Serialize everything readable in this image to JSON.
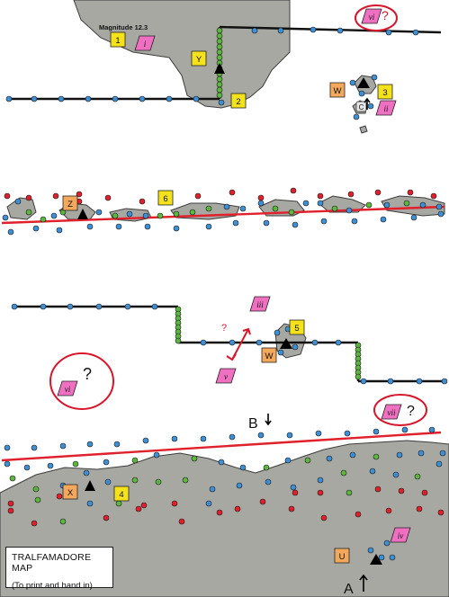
{
  "map": {
    "title": "TRALFAMADORE MAP",
    "subtitle": "(To print and hand in)",
    "magnitude_label": "Magnitude 12.3",
    "colors": {
      "land": "#a8a8a3",
      "land_stroke": "#3c3c3c",
      "fault": "#111111",
      "trench": "#e0202a",
      "dot_blue": "#3d8fd6",
      "dot_green": "#5cb83c",
      "dot_red": "#e0202a",
      "yellow_tag": "#f5e21a",
      "orange_tag": "#f4a85c",
      "pink_tag": "#ef6fc1",
      "annotation_red": "#d9152a"
    },
    "labels": {
      "yellow_tags": [
        "1",
        "Y",
        "2",
        "3",
        "6",
        "5",
        "4"
      ],
      "orange_tags": [
        "W",
        "Z",
        "W",
        "X",
        "U"
      ],
      "pink_tags": [
        "i",
        "ii",
        "iii",
        "v",
        "vi",
        "vii",
        "iv",
        "vi"
      ],
      "small_tags": [
        "C"
      ],
      "question_marks": [
        "?",
        "?",
        "?",
        "?"
      ],
      "plate_arrows": [
        "B",
        "A"
      ]
    }
  }
}
